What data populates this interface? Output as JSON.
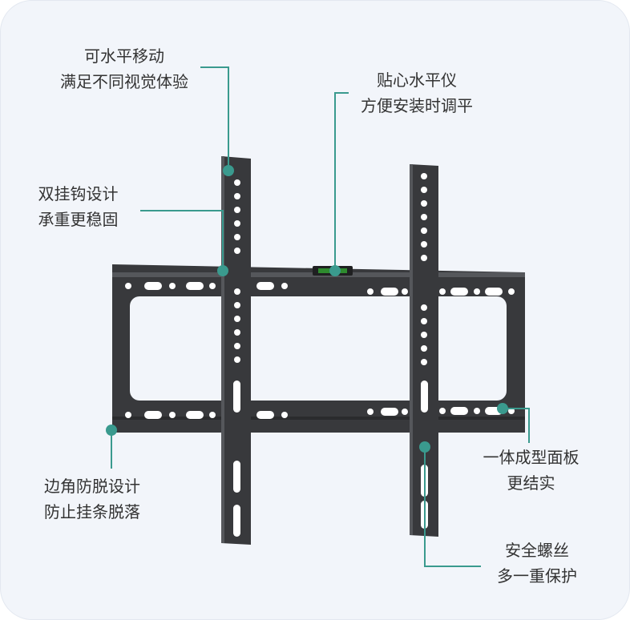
{
  "colors": {
    "accent": "#3a9a8e",
    "bracket": "#38393c",
    "background": "#f2f5fa"
  },
  "callouts": [
    {
      "line1": "可水平移动",
      "line2": "满足不同视觉体验"
    },
    {
      "line1": "贴心水平仪",
      "line2": "方便安装时调平"
    },
    {
      "line1": "双挂钩设计",
      "line2": "承重更稳固"
    },
    {
      "line1": "边角防脱设计",
      "line2": "防止挂条脱落"
    },
    {
      "line1": "一体成型面板",
      "line2": "更结实"
    },
    {
      "line1": "安全螺丝",
      "line2": "多一重保护"
    }
  ]
}
